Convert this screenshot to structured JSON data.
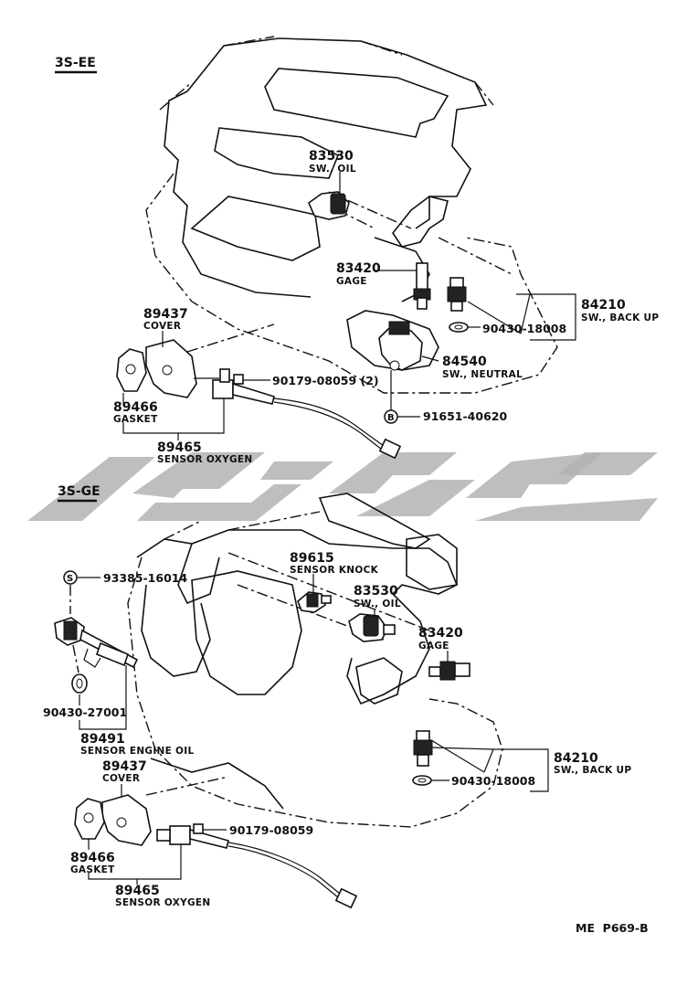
{
  "sections": {
    "top": "3S-EE",
    "bottom": "3S-GE"
  },
  "top_parts": {
    "p83530": {
      "number": "83530",
      "desc": "SW., OIL"
    },
    "p83420": {
      "number": "83420",
      "desc": "GAGE"
    },
    "p84210": {
      "number": "84210",
      "desc": "SW., BACK UP"
    },
    "p90430": {
      "number": "90430-18008"
    },
    "p84540": {
      "number": "84540",
      "desc": "SW., NEUTRAL"
    },
    "p91651": {
      "number": "91651-40620",
      "mark": "B"
    },
    "p89437": {
      "number": "89437",
      "desc": "COVER"
    },
    "p90179": {
      "number": "90179-08059 (2)"
    },
    "p89466": {
      "number": "89466",
      "desc": "GASKET"
    },
    "p89465": {
      "number": "89465",
      "desc": "SENSOR OXYGEN"
    }
  },
  "bottom_parts": {
    "p93385": {
      "number": "93385-16014",
      "mark": "S"
    },
    "p89615": {
      "number": "89615",
      "desc": "SENSOR KNOCK"
    },
    "p83530": {
      "number": "83530",
      "desc": "SW., OIL"
    },
    "p83420": {
      "number": "83420",
      "desc": "GAGE"
    },
    "p90430a": {
      "number": "90430-27001"
    },
    "p89491": {
      "number": "89491",
      "desc": "SENSOR ENGINE OIL"
    },
    "p84210": {
      "number": "84210",
      "desc": "SW., BACK UP"
    },
    "p89437": {
      "number": "89437",
      "desc": "COVER"
    },
    "p90430b": {
      "number": "90430-18008"
    },
    "p90179": {
      "number": "90179-08059"
    },
    "p89466": {
      "number": "89466",
      "desc": "GASKET"
    },
    "p89465": {
      "number": "89465",
      "desc": "SENSOR OXYGEN"
    }
  },
  "footer": {
    "ref": "ME  P669-B"
  }
}
